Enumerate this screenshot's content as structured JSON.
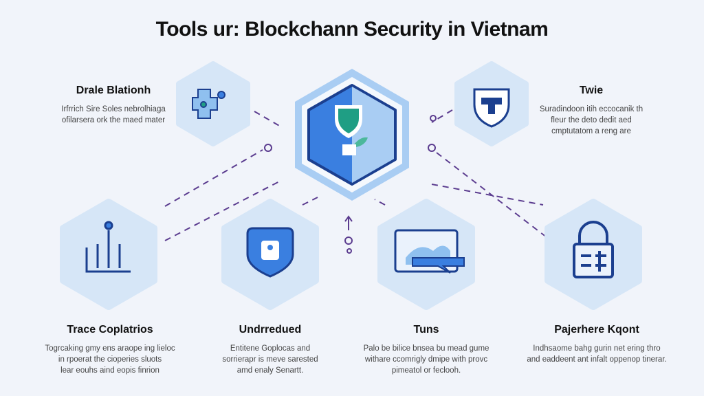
{
  "title": "Tools ur: Blockchann Security in Vietnam",
  "colors": {
    "accent": "#3a7fe0",
    "dark": "#1b3f8f",
    "light": "#a9cdf3",
    "hex_bg": "#d6e6f7",
    "dash": "#5b3c8f",
    "shield_green": "#1f9e84"
  },
  "blocks": [
    {
      "title": "Drale Blationh",
      "text": [
        "Irfrrich Sire Soles nebrolhiaga",
        "ofilarsera ork the maed mater"
      ],
      "icon": "map-icon"
    },
    {
      "title": "Twie",
      "text": [
        "Suradindoon itih eccocanik th",
        "fleur the deto dedit aed",
        "cmptutatom a reng are"
      ],
      "icon": "shield-badge-icon"
    },
    {
      "title": "Trace Coplatrios",
      "text": [
        "Togrcaking gmy ens araope ing lieloc",
        "in rpoerat the cioperies sluots",
        "lear eouhs aind eopis finrion"
      ],
      "icon": "bar-chart-icon"
    },
    {
      "title": "Undrredued",
      "text": [
        "Entitene Goplocas and",
        "sorrierapr is meve sarested",
        "amd enaly Senartt."
      ],
      "icon": "user-badge-icon"
    },
    {
      "title": "Tuns",
      "text": [
        "Palo be bilice bnsea bu mead gume",
        "withare ccomrigly dmipe with provc",
        "pimeatol or feclooh."
      ],
      "icon": "monitor-icon"
    },
    {
      "title": "Pajerhere Kqont",
      "text": [
        "Indhsaome bahg gurin net ering thro",
        "and eaddeent ant infalt oppenop tinerar."
      ],
      "icon": "padlock-icon"
    }
  ]
}
